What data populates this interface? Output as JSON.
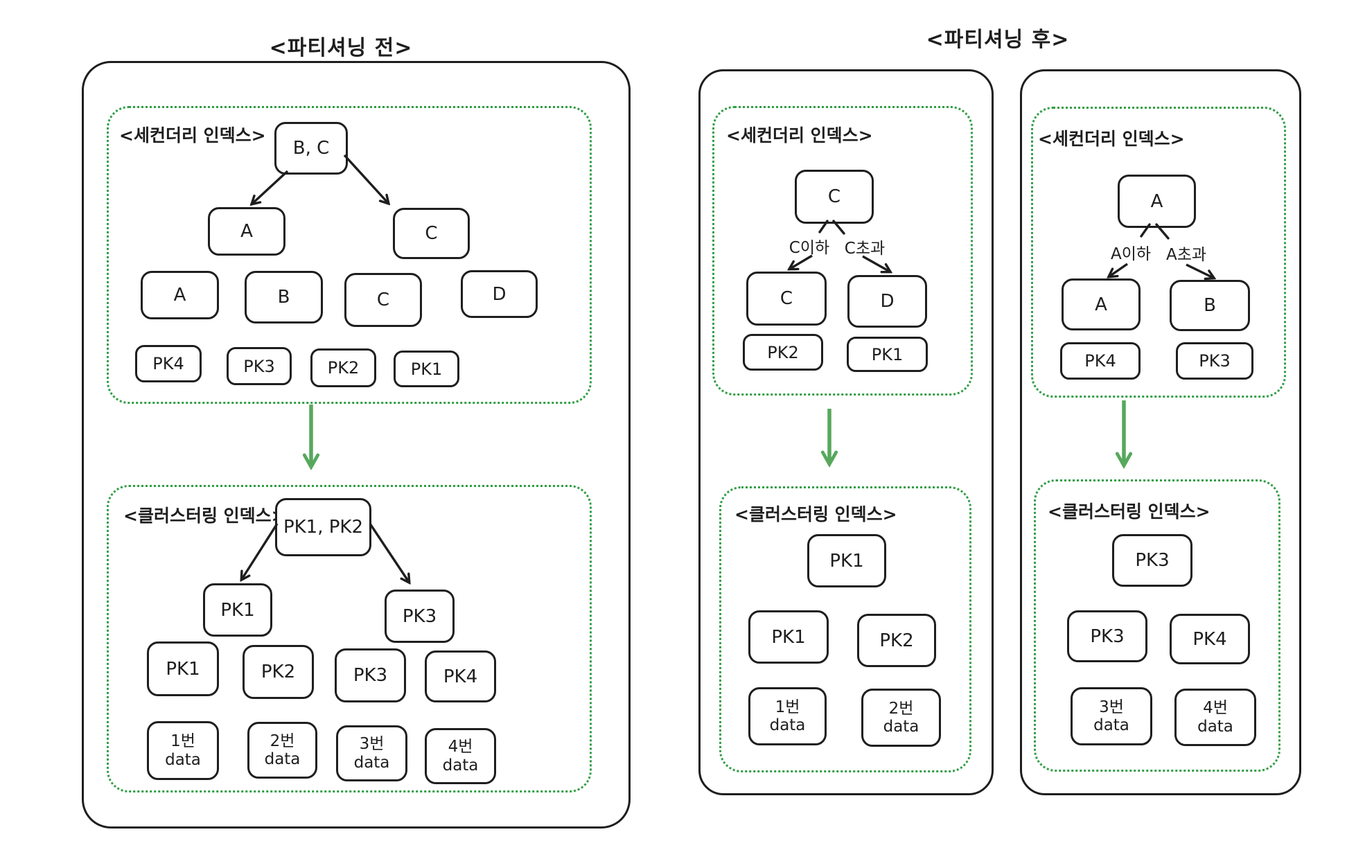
{
  "titles": {
    "before": "<파티셔닝 전>",
    "after": "<파티셔닝 후>"
  },
  "section_labels": {
    "secondary": "<세컨더리 인덱스>",
    "clustering": "<클러스터링 인덱스>"
  },
  "colors": {
    "stroke": "#1e1e1e",
    "dotted_green": "#2f9e44",
    "arrow_green": "#57a85c"
  },
  "before": {
    "secondary": {
      "root": "B, C",
      "branch": [
        "A",
        "C"
      ],
      "leaves": [
        "A",
        "B",
        "C",
        "D"
      ],
      "pks": [
        "PK4",
        "PK3",
        "PK2",
        "PK1"
      ]
    },
    "clustering": {
      "root": "PK1, PK2",
      "branch": [
        "PK1",
        "PK3"
      ],
      "leaves": [
        "PK1",
        "PK2",
        "PK3",
        "PK4"
      ],
      "data": [
        [
          "1번",
          "data"
        ],
        [
          "2번",
          "data"
        ],
        [
          "3번",
          "data"
        ],
        [
          "4번",
          "data"
        ]
      ]
    }
  },
  "after_left": {
    "secondary": {
      "root": "C",
      "edge_labels": [
        "C이하",
        "C초과"
      ],
      "branch": [
        "C",
        "D"
      ],
      "pks": [
        "PK2",
        "PK1"
      ]
    },
    "clustering": {
      "root": "PK1",
      "leaves": [
        "PK1",
        "PK2"
      ],
      "data": [
        [
          "1번",
          "data"
        ],
        [
          "2번",
          "data"
        ]
      ]
    }
  },
  "after_right": {
    "secondary": {
      "root": "A",
      "edge_labels": [
        "A이하",
        "A초과"
      ],
      "branch": [
        "A",
        "B"
      ],
      "pks": [
        "PK4",
        "PK3"
      ]
    },
    "clustering": {
      "root": "PK3",
      "leaves": [
        "PK3",
        "PK4"
      ],
      "data": [
        [
          "3번",
          "data"
        ],
        [
          "4번",
          "data"
        ]
      ]
    }
  }
}
